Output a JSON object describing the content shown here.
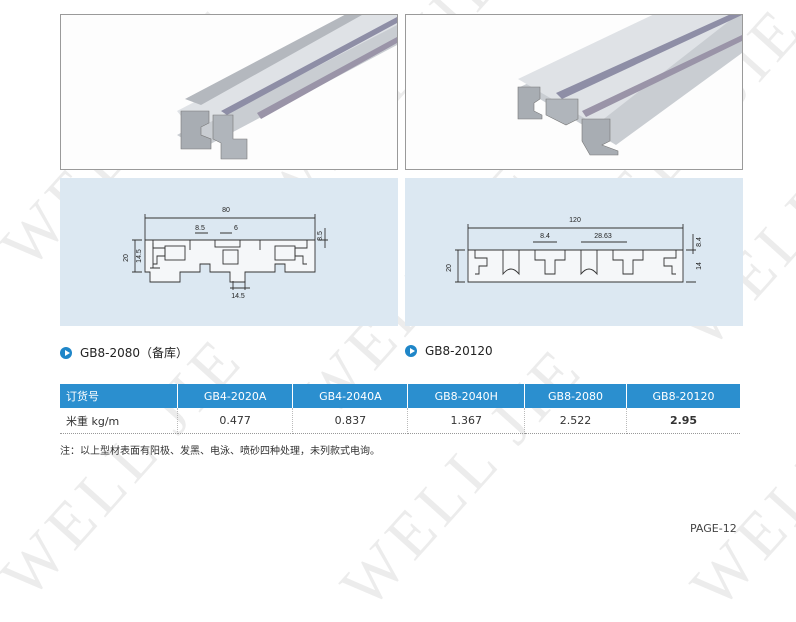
{
  "watermark": {
    "text": "WELL JIE"
  },
  "products": [
    {
      "caption": "GB8-2080（备库）",
      "dims": {
        "width": "80",
        "height": "20",
        "slot": "8.5",
        "slot_depth": "6",
        "flange": "14.5",
        "flange_bottom": "14.5",
        "side": "8.5"
      }
    },
    {
      "caption": "GB8-20120",
      "dims": {
        "width": "120",
        "height": "20",
        "slot": "8.4",
        "pitch": "28.63",
        "side": "8.4",
        "side_height": "14"
      }
    }
  ],
  "table": {
    "headers": [
      "订货号",
      "GB4-2020A",
      "GB4-2040A",
      "GB8-2040H",
      "GB8-2080",
      "GB8-20120"
    ],
    "row_label": "米重 kg/m",
    "values": [
      "0.477",
      "0.837",
      "1.367",
      "2.522",
      "2.95"
    ]
  },
  "note": "注：以上型材表面有阳极、发黑、电泳、喷砂四种处理，未列款式电询。",
  "page_label": "PAGE",
  "page_number": "12",
  "colors": {
    "header_blue": "#2b8fcf",
    "drawing_bg": "#dce8f2",
    "bullet_blue": "#1f86c8"
  }
}
